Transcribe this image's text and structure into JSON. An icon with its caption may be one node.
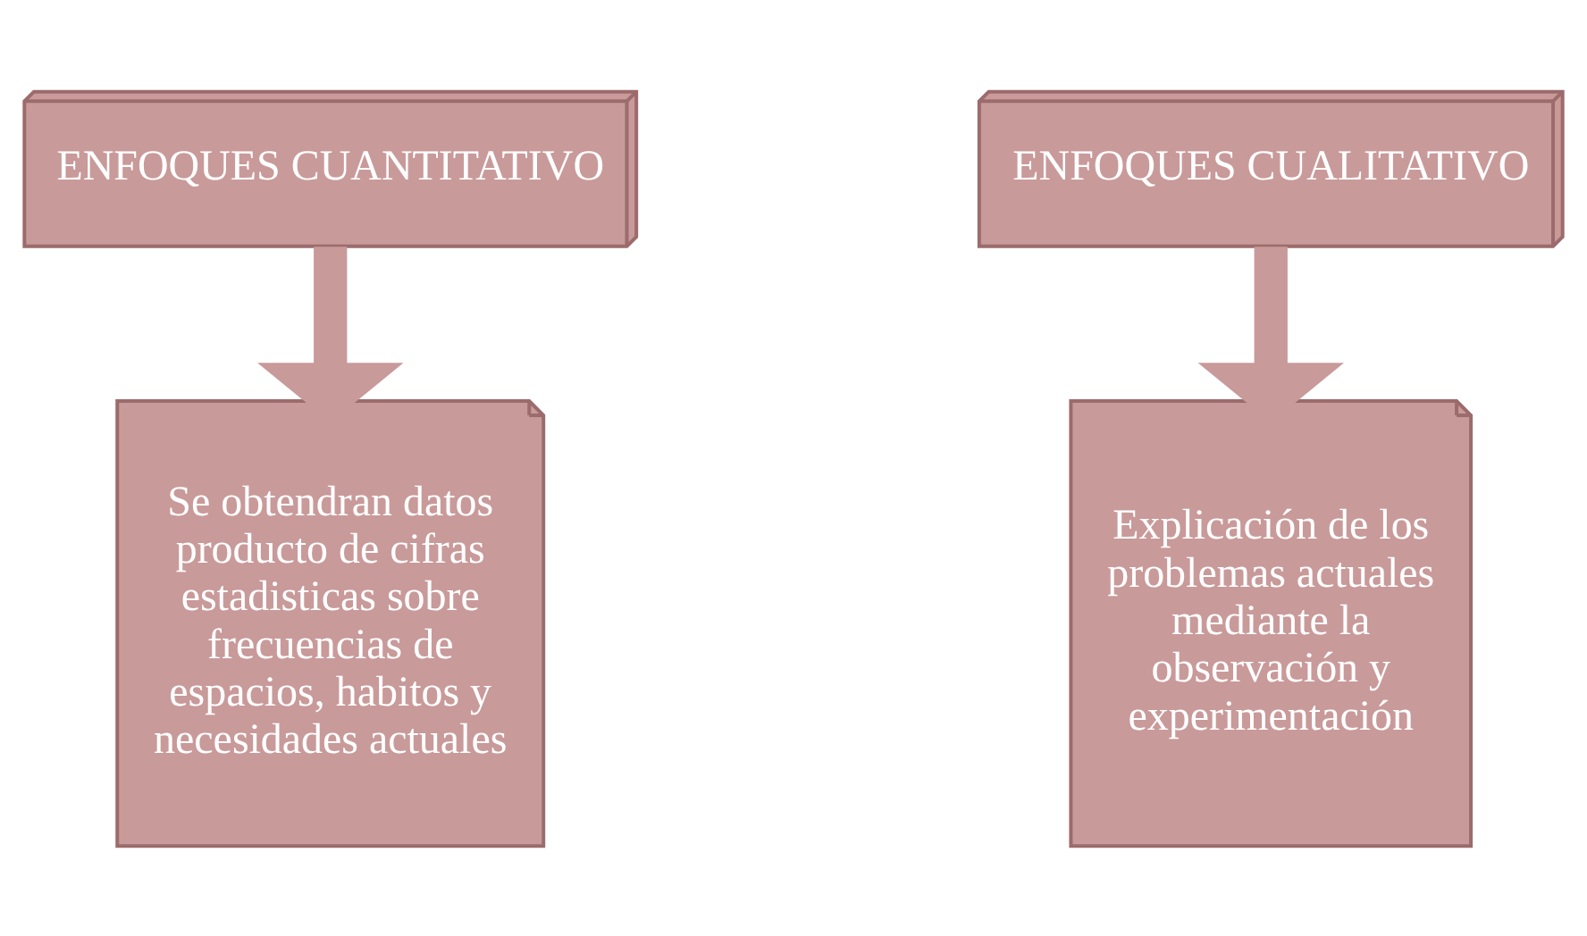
{
  "diagram": {
    "nodes": [
      {
        "text": [
          "ENFOQUES CUANTITATIVO"
        ]
      },
      {
        "text": [
          "ENFOQUES CUALITATIVO"
        ]
      },
      {
        "text": [
          "Se obtendran datos producto de cifras estadisticas sobre frecuencias de espacios, habitos y necesidades actuales"
        ]
      },
      {
        "text": [
          "Explicación de los problemas actuales mediante la observación y experimentación"
        ]
      }
    ],
    "edges": [
      {
        "from": 0,
        "to": 2,
        "arrow": "to"
      },
      {
        "from": 1,
        "to": 3,
        "arrow": "to"
      }
    ]
  }
}
